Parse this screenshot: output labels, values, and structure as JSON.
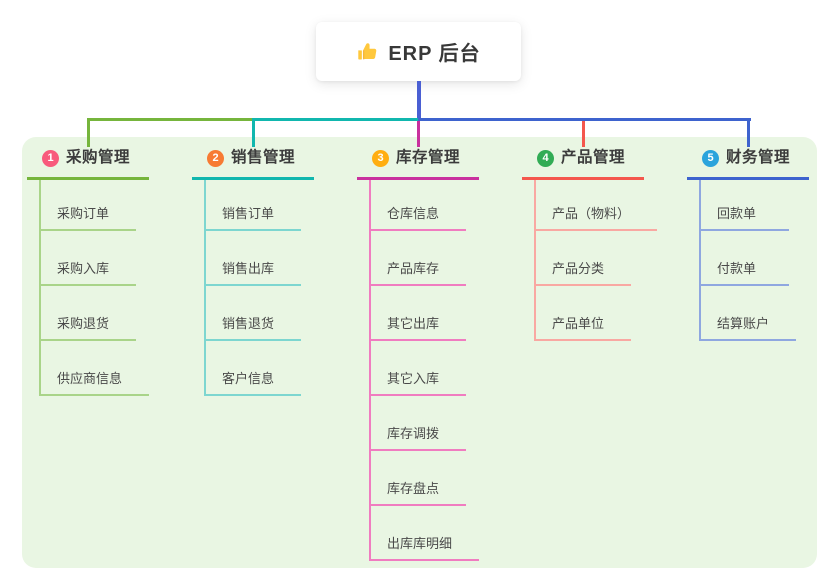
{
  "root_node": {
    "label": "ERP 后台",
    "icon": "thumbs-up-icon"
  },
  "panel_bg": "#E9F6E3",
  "connector_color": "#4A5FD3",
  "branches": [
    {
      "badge": "1",
      "label": "采购管理",
      "badge_color": "#F85A7C",
      "line_color": "#76B53C",
      "child_line_color": "#A9D489",
      "children": [
        "采购订单",
        "采购入库",
        "采购退货",
        "供应商信息"
      ]
    },
    {
      "badge": "2",
      "label": "销售管理",
      "badge_color": "#F77B33",
      "line_color": "#11B7AE",
      "child_line_color": "#7DD6D0",
      "children": [
        "销售订单",
        "销售出库",
        "销售退货",
        "客户信息"
      ]
    },
    {
      "badge": "3",
      "label": "库存管理",
      "badge_color": "#FFAE11",
      "line_color": "#C9319E",
      "child_line_color": "#F07CC0",
      "children": [
        "仓库信息",
        "产品库存",
        "其它出库",
        "其它入库",
        "库存调拨",
        "库存盘点",
        "出库库明细"
      ]
    },
    {
      "badge": "4",
      "label": "产品管理",
      "badge_color": "#32AC55",
      "line_color": "#F4574D",
      "child_line_color": "#F9A8A2",
      "children": [
        "产品（物料）",
        "产品分类",
        "产品单位"
      ]
    },
    {
      "badge": "5",
      "label": "财务管理",
      "badge_color": "#2BA4DC",
      "line_color": "#3E63CE",
      "child_line_color": "#8FA7E0",
      "children": [
        "回款单",
        "付款单",
        "结算账户"
      ]
    }
  ]
}
